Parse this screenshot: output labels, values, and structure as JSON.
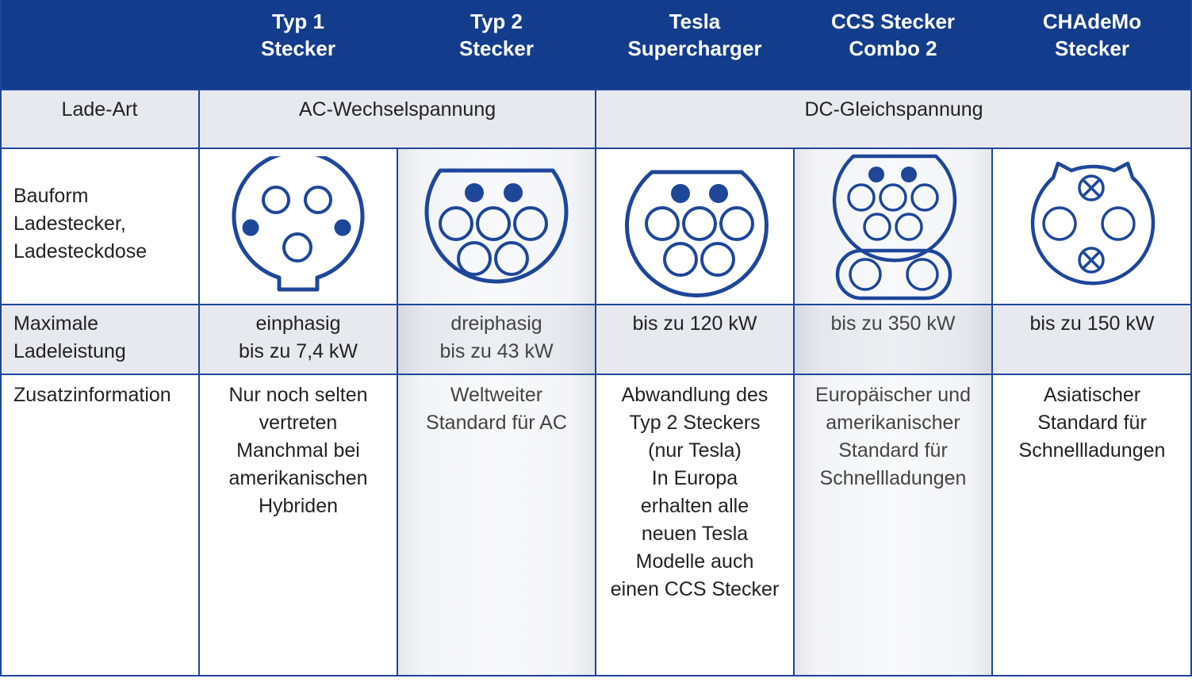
{
  "headers": [
    {
      "line1": "",
      "line2": ""
    },
    {
      "line1": "Typ 1",
      "line2": "Stecker"
    },
    {
      "line1": "Typ 2",
      "line2": "Stecker"
    },
    {
      "line1": "Tesla",
      "line2": "Supercharger"
    },
    {
      "line1": "CCS Stecker",
      "line2": "Combo 2"
    },
    {
      "line1": "CHAdeMo",
      "line2": "Stecker"
    }
  ],
  "rows": {
    "ladeart": {
      "label": "Lade-Art",
      "ac": "AC-Wechselspannung",
      "dc": "DC-Gleichspannung"
    },
    "bauform": {
      "label": [
        "Bauform",
        "Ladestecker,",
        "Ladesteckdose"
      ],
      "icons": [
        "type1-connector-icon",
        "type2-connector-icon",
        "tesla-supercharger-connector-icon",
        "ccs-combo2-connector-icon",
        "chademo-connector-icon"
      ]
    },
    "leistung": {
      "label": [
        "Maximale",
        "Ladeleistung"
      ],
      "values": [
        [
          "einphasig",
          "bis zu 7,4 kW"
        ],
        [
          "dreiphasig",
          "bis zu 43 kW"
        ],
        [
          "bis zu 120 kW"
        ],
        [
          "bis zu 350 kW"
        ],
        [
          "bis zu 150 kW"
        ]
      ]
    },
    "zusatz": {
      "label": "Zusatzinformation",
      "values": [
        [
          "Nur noch selten",
          "vertreten",
          "Manchmal bei",
          "amerikanischen",
          "Hybriden"
        ],
        [
          "Weltweiter",
          "Standard für AC"
        ],
        [
          "Abwandlung des",
          "Typ 2 Steckers",
          "(nur Tesla)",
          "In Europa",
          "erhalten alle",
          "neuen Tesla",
          "Modelle auch",
          "einen CCS Stecker"
        ],
        [
          "Europäischer und",
          "amerikanischer",
          "Standard für",
          "Schnellladungen"
        ],
        [
          "Asiatischer",
          "Standard für",
          "Schnellladungen"
        ]
      ]
    }
  },
  "colors": {
    "header_bg": "#143c8c",
    "grid_line": "#1e4699",
    "icon_blue": "#1e4699",
    "row_gray": "#e8e9ef"
  }
}
